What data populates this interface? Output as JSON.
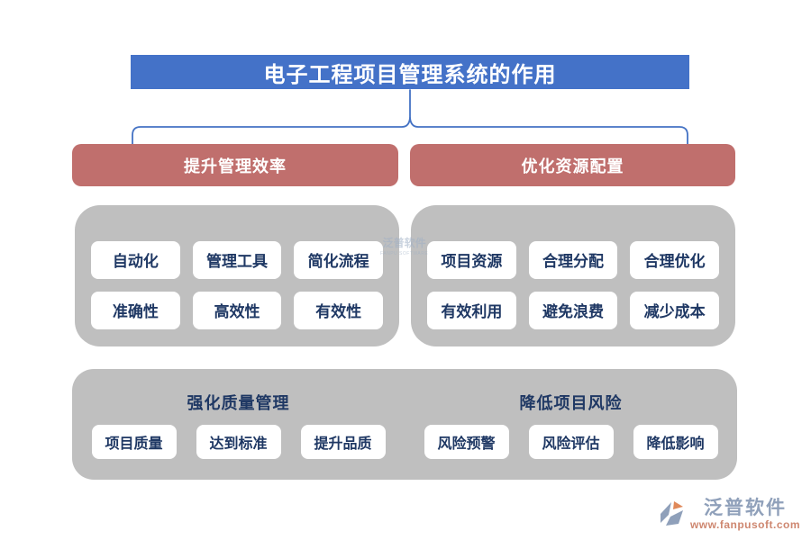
{
  "title": "电子工程项目管理系统的作用",
  "colors": {
    "title_bg": "#4472c8",
    "branch_bg": "#c06f6d",
    "panel_bg": "#bfbfbf",
    "pill_text": "#1f3864",
    "connector": "#4472c4"
  },
  "branches": [
    {
      "heading": "提升管理效率",
      "items": [
        "自动化",
        "管理工具",
        "简化流程",
        "准确性",
        "高效性",
        "有效性"
      ]
    },
    {
      "heading": "优化资源配置",
      "items": [
        "项目资源",
        "合理分配",
        "合理优化",
        "有效利用",
        "避免浪费",
        "减少成本"
      ]
    }
  ],
  "bottom_sections": [
    {
      "heading": "强化质量管理",
      "items": [
        "项目质量",
        "达到标准",
        "提升品质"
      ]
    },
    {
      "heading": "降低项目风险",
      "items": [
        "风险预警",
        "风险评估",
        "降低影响"
      ]
    }
  ],
  "watermark": {
    "text": "泛普软件",
    "sub": "FANPU SOFTWARE"
  },
  "footer": {
    "brand": "泛普软件",
    "url": "www.fanpusoft.com"
  }
}
